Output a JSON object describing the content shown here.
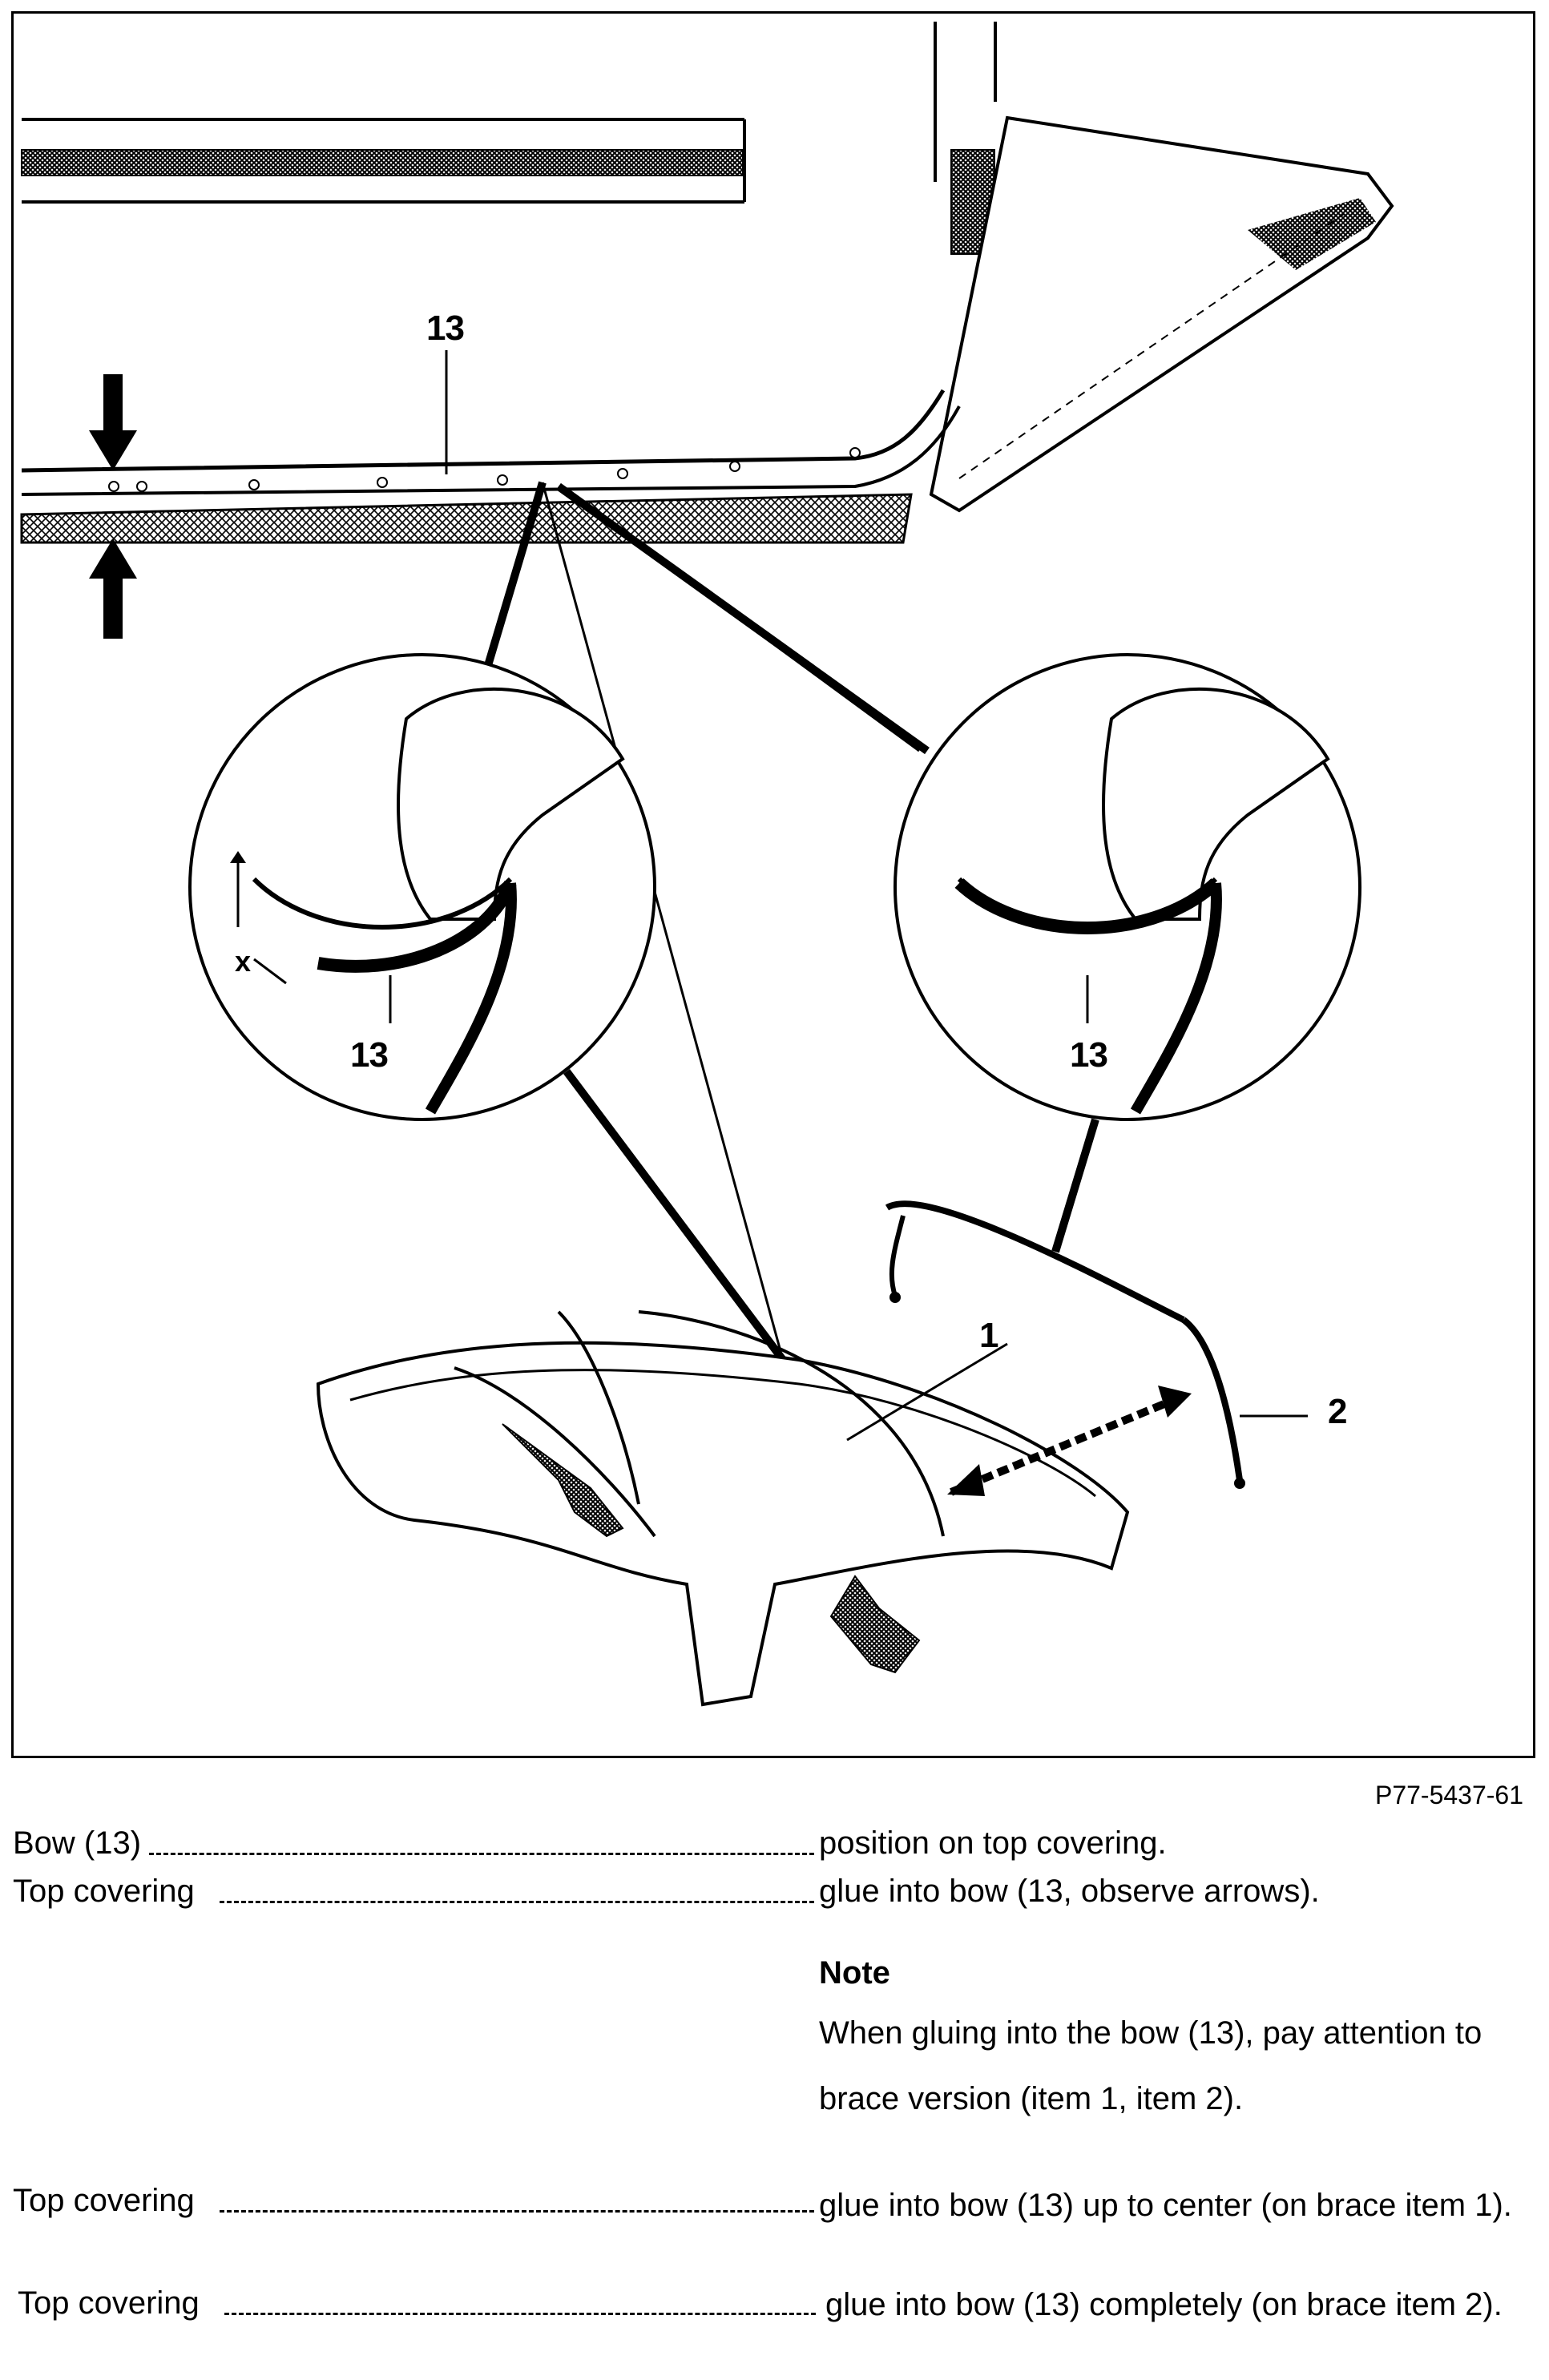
{
  "figure": {
    "callouts": {
      "bow_top": "13",
      "bow_left_detail": "13",
      "x_mark": "x",
      "bow_right_detail": "13",
      "item_1": "1",
      "item_2": "2"
    },
    "code": "P77-5437-61"
  },
  "steps": [
    {
      "part": "Bow (13)",
      "action": "position on top covering."
    },
    {
      "part": "Top covering",
      "action": "glue into bow (13, observe arrows)."
    },
    {
      "part": "Top covering",
      "action": "glue into bow (13) up to center (on brace item 1)."
    },
    {
      "part": "Top covering",
      "action": "glue into bow (13) completely (on brace item 2)."
    }
  ],
  "note": {
    "title": "Note",
    "body": "When gluing into the bow (13), pay attention to brace version (item 1, item 2)."
  }
}
